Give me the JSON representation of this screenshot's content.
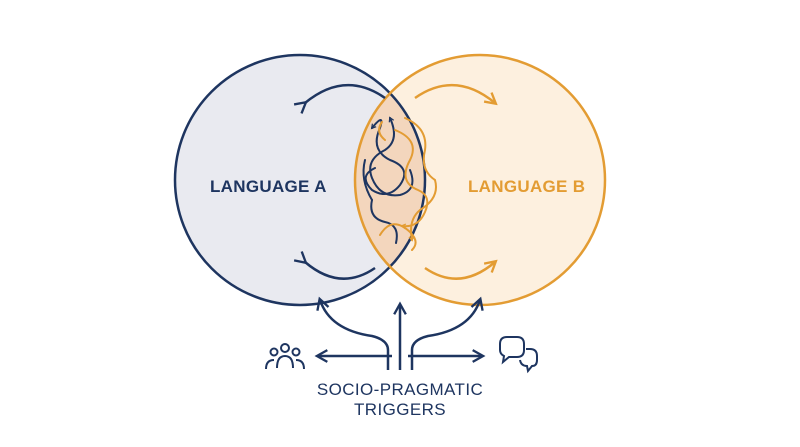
{
  "colors": {
    "language_a": "#1e3560",
    "language_b": "#e39c33",
    "fill_a": "#e9eaf0",
    "fill_b": "#fdf0df"
  },
  "circles": {
    "a_label": "LANGUAGE A",
    "b_label": "LANGUAGE B"
  },
  "triggers": {
    "line1": "SOCIO-PRAGMATIC",
    "line2": "TRIGGERS"
  },
  "icons": {
    "left": "people-group-icon",
    "right": "speech-bubbles-icon"
  }
}
